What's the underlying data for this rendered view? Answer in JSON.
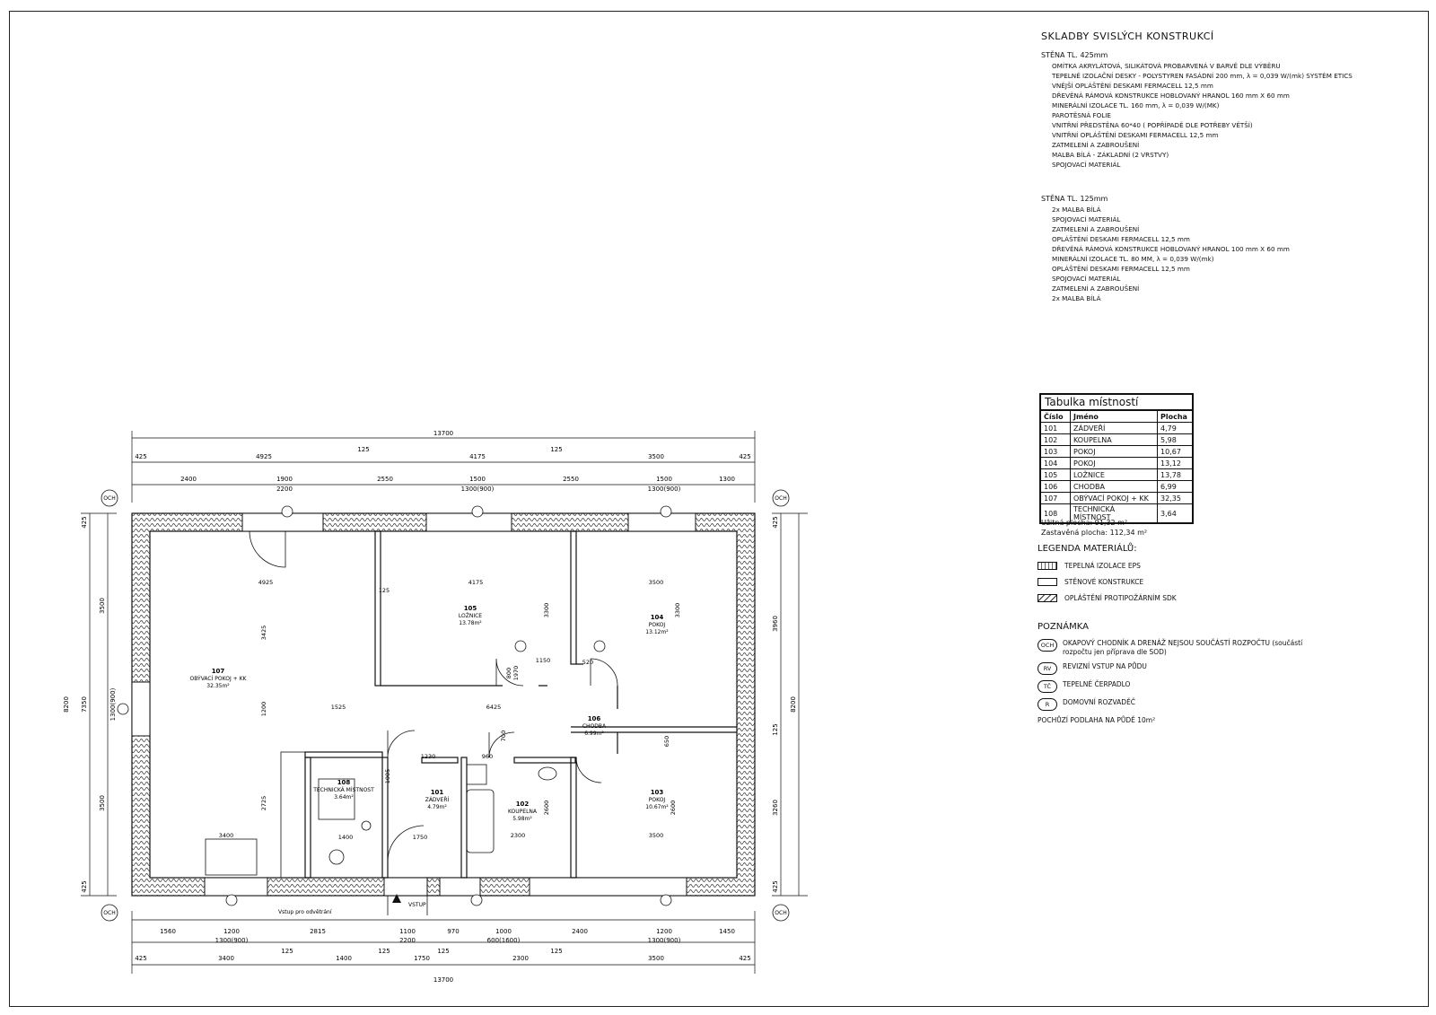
{
  "composition": {
    "title": "SKLADBY SVISLÝCH KONSTRUKCÍ",
    "wall1": {
      "head": "STĚNA TL. 425mm",
      "layers": [
        "OMÍTKA AKRYLÁTOVÁ, SILIKÁTOVÁ PROBARVENÁ V BARVĚ DLE VÝBĚRU",
        "TEPELNĚ IZOLAČNÍ DESKY - POLYSTYREN FASÁDNÍ 200 mm, λ = 0,039 W/(mk) SYSTÉM ETICS",
        "VNĚJŠÍ OPLÁŠTĚNÍ DESKAMI FERMACELL 12,5 mm",
        "DŘEVĚNÁ RÁMOVÁ KONSTRUKCE HOBLOVANÝ HRANOL 160 mm X 60 mm",
        "MINERÁLNÍ IZOLACE TL. 160 mm, λ = 0,039 W/(MK)",
        "PAROTĚSNÁ FOLIE",
        "VNITŘNÍ PŘEDSTĚNA 60*40 ( POPŘÍPADĚ DLE POTŘEBY VĚTŠÍ)",
        "VNITŘNÍ OPLÁŠTĚNÍ DESKAMI FERMACELL 12,5 mm",
        "ZATMELENÍ A ZABROUŠENÍ",
        "MALBA BÍLÁ - ZÁKLADNÍ (2 VRSTVY)",
        "SPOJOVACÍ MATERIÁL"
      ]
    },
    "wall2": {
      "head": "STĚNA TL. 125mm",
      "layers": [
        "2x MALBA BÍLÁ",
        "SPOJOVACÍ MATERIÁL",
        "ZATMELENÍ A ZABROUŠENÍ",
        "OPLÁŠTĚNÍ DESKAMI FERMACELL 12,5 mm",
        "DŘEVĚNÁ RÁMOVÁ KONSTRUKCE HOBLOVANÝ HRANOL 100 mm X 60 mm",
        "MINERÁLNÍ IZOLACE TL. 80 MM, λ = 0,039 W/(mk)",
        "OPLÁŠTĚNÍ DESKAMI FERMACELL 12,5 mm",
        "SPOJOVACÍ MATERIÁL",
        "ZATMELENÍ A ZABROUŠENÍ",
        "2x MALBA BÍLÁ"
      ]
    }
  },
  "room_table": {
    "caption": "Tabulka místností",
    "headers": [
      "Číslo",
      "Jméno",
      "Plocha"
    ],
    "rows": [
      [
        "101",
        "ZÁDVEŘÍ",
        "4,79"
      ],
      [
        "102",
        "KOUPELNA",
        "5,98"
      ],
      [
        "103",
        "POKOJ",
        "10,67"
      ],
      [
        "104",
        "POKOJ",
        "13,12"
      ],
      [
        "105",
        "LOŽNICE",
        "13,78"
      ],
      [
        "106",
        "CHODBA",
        "6,99"
      ],
      [
        "107",
        "OBÝVACÍ POKOJ + KK",
        "32,35"
      ],
      [
        "108",
        "TECHNICKÁ MÍSTNOST",
        "3,64"
      ]
    ],
    "usable": "Užitná plocha: 91,32 m²",
    "built": "Zastavěná plocha: 112,34 m²"
  },
  "legend": {
    "title": "LEGENDA MATERIÁLŮ:",
    "items": [
      "TEPELNÁ IZOLACE EPS",
      "STĚNOVÉ KONSTRUKCE",
      "OPLÁŠTĚNÍ PROTIPOŽÁRNÍM SDK"
    ]
  },
  "notes": {
    "title": "POZNÁMKA",
    "items": [
      {
        "badge": "OCH",
        "text": "OKAPOVÝ CHODNÍK A DRENÁŽ NEJSOU SOUČÁSTÍ ROZPOČTU (součástí rozpočtu jen příprava dle SOD)"
      },
      {
        "badge": "RV",
        "text": "REVIZNÍ VSTUP NA PŮDU"
      },
      {
        "badge": "TČ",
        "text": "TEPELNÉ ČERPADLO"
      },
      {
        "badge": "R",
        "text": "DOMOVNÍ ROZVADĚČ"
      }
    ],
    "last": "POCHŮZÍ PODLAHA NA PŮDĚ 10m²"
  },
  "plan": {
    "rooms": [
      {
        "num": "107",
        "name": "OBÝVACÍ POKOJ + KK",
        "area": "32.35m²"
      },
      {
        "num": "105",
        "name": "LOŽNICE",
        "area": "13.78m²"
      },
      {
        "num": "104",
        "name": "POKOJ",
        "area": "13.12m²"
      },
      {
        "num": "103",
        "name": "POKOJ",
        "area": "10.67m²"
      },
      {
        "num": "106",
        "name": "CHODBA",
        "area": "6.99m²"
      },
      {
        "num": "101",
        "name": "ZÁDVEŘÍ",
        "area": "4.79m²"
      },
      {
        "num": "102",
        "name": "KOUPELNA",
        "area": "5.98m²"
      },
      {
        "num": "108",
        "name": "TECHNICKÁ MÍSTNOST",
        "area": "3.64m²"
      }
    ],
    "och": "OCH",
    "entry": "VSTUP",
    "attic_note": "Vstup pro odvětrání",
    "dims_top_total": "13700",
    "dims_top_row1": [
      "425",
      "4925",
      "125",
      "4175",
      "125",
      "3500",
      "425"
    ],
    "dims_top_row2": [
      "2400",
      "1900",
      "2200",
      "2550",
      "1500",
      "1300(900)",
      "2550",
      "1500",
      "1300(900)",
      "1300"
    ],
    "dims_bottom_row1": [
      "1560",
      "1200",
      "1300(900)",
      "2815",
      "1100",
      "2200",
      "970",
      "1000",
      "600(1600)",
      "2400",
      "1200",
      "1300(900)",
      "1450"
    ],
    "dims_bottom_row2": [
      "425",
      "3400",
      "125",
      "1400",
      "125",
      "1750",
      "125",
      "2300",
      "125",
      "3500",
      "425"
    ],
    "dims_bottom_total": "13700",
    "dims_left": [
      "425",
      "3500",
      "7350",
      "1300(900)",
      "3500",
      "425",
      "8200"
    ],
    "dims_right": [
      "425",
      "3960",
      "125",
      "3260",
      "425",
      "8200"
    ],
    "interior": [
      "4925",
      "3425",
      "1200",
      "2725",
      "3400",
      "4175",
      "3300",
      "3500",
      "3300",
      "1525",
      "6425",
      "1150",
      "520",
      "650",
      "3500",
      "2600",
      "2300",
      "1230",
      "960",
      "1400",
      "1750",
      "1005",
      "125",
      "800",
      "1970",
      "700",
      "2600"
    ]
  }
}
